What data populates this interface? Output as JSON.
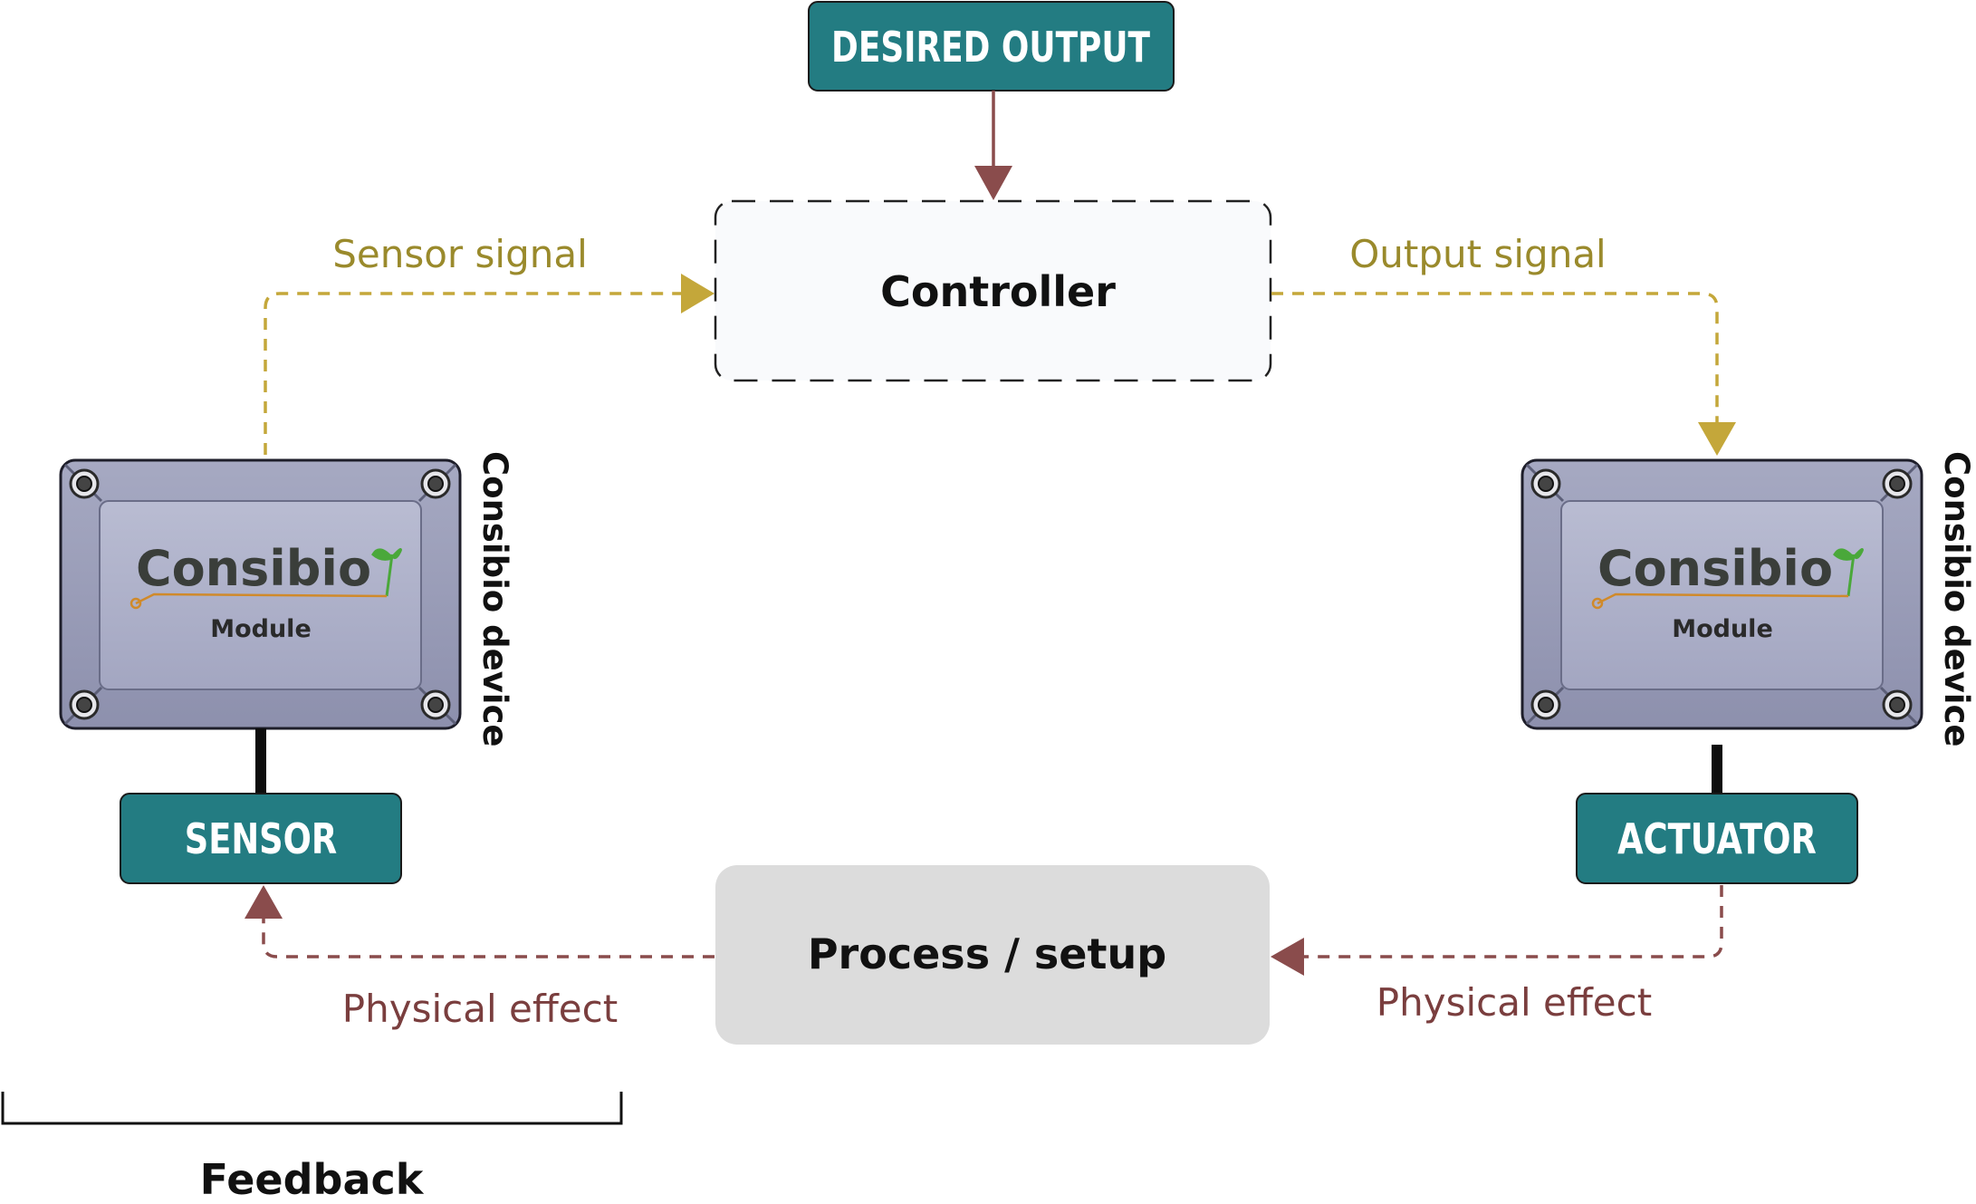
{
  "diagram": {
    "desired_output": "DESIRED OUTPUT",
    "controller": "Controller",
    "sensor_signal": "Sensor signal",
    "output_signal": "Output signal",
    "device_left": {
      "brand": "Consibio",
      "module": "Module",
      "side_label": "Consibio device"
    },
    "device_right": {
      "brand": "Consibio",
      "module": "Module",
      "side_label": "Consibio device"
    },
    "sensor": "SENSOR",
    "actuator": "ACTUATOR",
    "process": "Process / setup",
    "physical_effect_left": "Physical effect",
    "physical_effect_right": "Physical effect",
    "feedback": "Feedback"
  },
  "colors": {
    "teal": "#237c82",
    "signal_yellow": "#c4a73a",
    "effect_red": "#8a4c4c"
  }
}
